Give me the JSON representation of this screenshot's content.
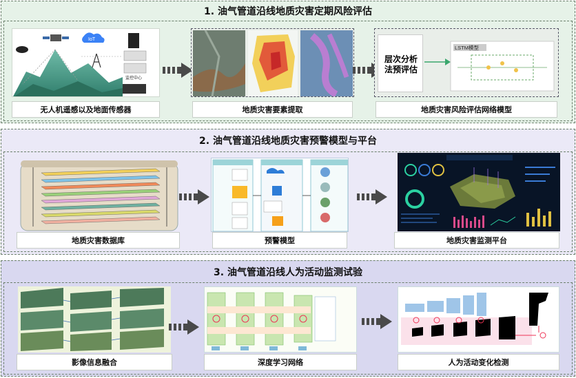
{
  "section1": {
    "title": "1. 油气管道沿线地质灾害定期风险评估",
    "captions": [
      "无人机遥感以及地面传感器",
      "地质灾害要素提取",
      "地质灾害风险评估网络模型"
    ],
    "iot_label": "IoT",
    "center_label": "监控中心",
    "ahp_label": "层次分析\n法预评估",
    "lstm_label": "LSTM模型"
  },
  "section2": {
    "title": "2. 油气管道沿线地质灾害预警模型与平台",
    "captions": [
      "地质灾害数据库",
      "预警模型",
      "地质灾害监测平台"
    ]
  },
  "section3": {
    "title": "3. 油气管道沿线人为活动监测试验",
    "captions": [
      "影像信息融合",
      "深度学习网络",
      "人为活动变化检测"
    ]
  },
  "colors": {
    "section1_bg": "#e6f2e8",
    "section2_bg": "#ebe9f7",
    "section3_bg": "#d9d8f0",
    "arrow": "#4a4a4a"
  }
}
